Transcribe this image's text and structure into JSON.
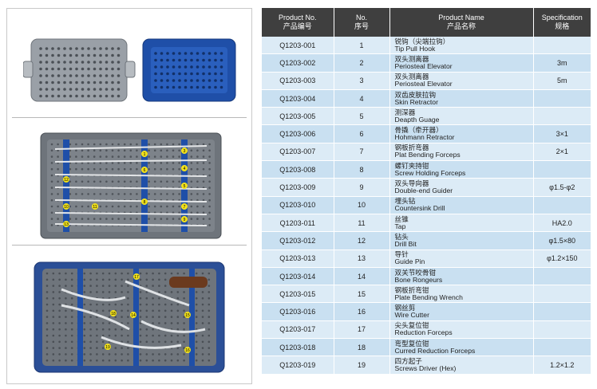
{
  "table": {
    "headers": [
      {
        "en": "Product No.",
        "zh": "产品编号"
      },
      {
        "en": "No.",
        "zh": "序号"
      },
      {
        "en": "Product Name",
        "zh": "产品名称"
      },
      {
        "en": "Specification",
        "zh": "规格"
      }
    ],
    "rows": [
      {
        "code": "Q1203-001",
        "no": "1",
        "zh": "锐钩（尖端拉钩）",
        "en": "Tip Pull Hook",
        "spec": ""
      },
      {
        "code": "Q1203-002",
        "no": "2",
        "zh": "双头测离器",
        "en": "Periosteal Elevator",
        "spec": "3m"
      },
      {
        "code": "Q1203-003",
        "no": "3",
        "zh": "双头测离器",
        "en": "Periosteal Elevator",
        "spec": "5m"
      },
      {
        "code": "Q1203-004",
        "no": "4",
        "zh": "双齿皮肤拉钩",
        "en": "Skin Retractor",
        "spec": ""
      },
      {
        "code": "Q1203-005",
        "no": "5",
        "zh": "测深器",
        "en": "Deapth Guage",
        "spec": ""
      },
      {
        "code": "Q1203-006",
        "no": "6",
        "zh": "骨撬（牵开器）",
        "en": "Hohmann Retractor",
        "spec": "3×1"
      },
      {
        "code": "Q1203-007",
        "no": "7",
        "zh": "钢板折弯器",
        "en": "Plat Bending Forceps",
        "spec": "2×1"
      },
      {
        "code": "Q1203-008",
        "no": "8",
        "zh": "螺钉夹持钳",
        "en": "Screw Holding Forceps",
        "spec": ""
      },
      {
        "code": "Q1203-009",
        "no": "9",
        "zh": "双头导向器",
        "en": "Double-end Guider",
        "spec": "φ1.5-φ2"
      },
      {
        "code": "Q1203-010",
        "no": "10",
        "zh": "埋头钻",
        "en": "Countersink Drill",
        "spec": ""
      },
      {
        "code": "Q1203-011",
        "no": "11",
        "zh": "丝锥",
        "en": "Tap",
        "spec": "HA2.0"
      },
      {
        "code": "Q1203-012",
        "no": "12",
        "zh": "钻头",
        "en": "Drill Bit",
        "spec": "φ1.5×80"
      },
      {
        "code": "Q1203-013",
        "no": "13",
        "zh": "导针",
        "en": "Guide Pin",
        "spec": "φ1.2×150"
      },
      {
        "code": "Q1203-014",
        "no": "14",
        "zh": "双关节咬骨钳",
        "en": "Bone Rongeurs",
        "spec": ""
      },
      {
        "code": "Q1203-015",
        "no": "15",
        "zh": "钢板折弯钳",
        "en": "Plate Bending Wrench",
        "spec": ""
      },
      {
        "code": "Q1203-016",
        "no": "16",
        "zh": "钢丝剪",
        "en": "Wire Cutter",
        "spec": ""
      },
      {
        "code": "Q1203-017",
        "no": "17",
        "zh": "尖头复位钳",
        "en": "Reduction Forceps",
        "spec": ""
      },
      {
        "code": "Q1203-018",
        "no": "18",
        "zh": "弯型复位钳",
        "en": "Curred Reduction Forceps",
        "spec": ""
      },
      {
        "code": "Q1203-019",
        "no": "19",
        "zh": "四方起子",
        "en": "Screws Driver (Hex)",
        "spec": "1.2×1.2"
      }
    ]
  },
  "photos": {
    "tray_labels": [
      "1",
      "2",
      "3",
      "4",
      "5",
      "6",
      "7",
      "8",
      "9",
      "10",
      "11",
      "12",
      "13",
      "14",
      "15",
      "16",
      "17",
      "18",
      "19"
    ],
    "colors": {
      "tray_blue": "#1f4fa8",
      "tray_gray": "#8a8f96",
      "header": "#3f3f3f",
      "row_light": "#dcebf6",
      "row_dark": "#c9e0f1"
    }
  }
}
